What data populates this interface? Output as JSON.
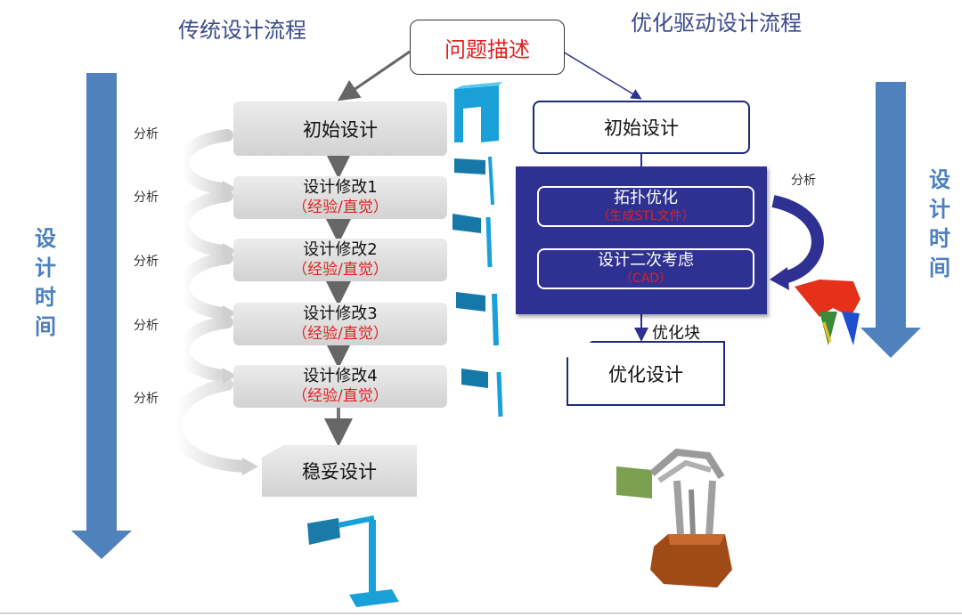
{
  "problem": "问题描述",
  "traditional": {
    "title": "传统设计流程",
    "time_label": [
      "设",
      "计",
      "时",
      "间"
    ],
    "initial": "初始设计",
    "analysis_label": "分析",
    "iterations": [
      {
        "main": "设计修改1",
        "sub": "（经验/直觉）"
      },
      {
        "main": "设计修改2",
        "sub": "（经验/直觉）"
      },
      {
        "main": "设计修改3",
        "sub": "（经验/直觉）"
      },
      {
        "main": "设计修改4",
        "sub": "（经验/直觉）"
      }
    ],
    "final": "稳妥设计"
  },
  "optimized": {
    "title": "优化驱动设计流程",
    "time_label": [
      "设",
      "计",
      "时",
      "间"
    ],
    "initial": "初始设计",
    "topo_main": "拓扑优化",
    "topo_sub": "（生成STL文件）",
    "second_main": "设计二次考虑",
    "second_sub": "（CAD）",
    "analysis_label": "分析",
    "block_label": "优化块",
    "final": "优化设计"
  },
  "colors": {
    "time_arrow": "#4f81bd",
    "opt_panel": "#2e3192",
    "accent_red": "#e02020",
    "model_cyan": "#1aa0d8"
  }
}
